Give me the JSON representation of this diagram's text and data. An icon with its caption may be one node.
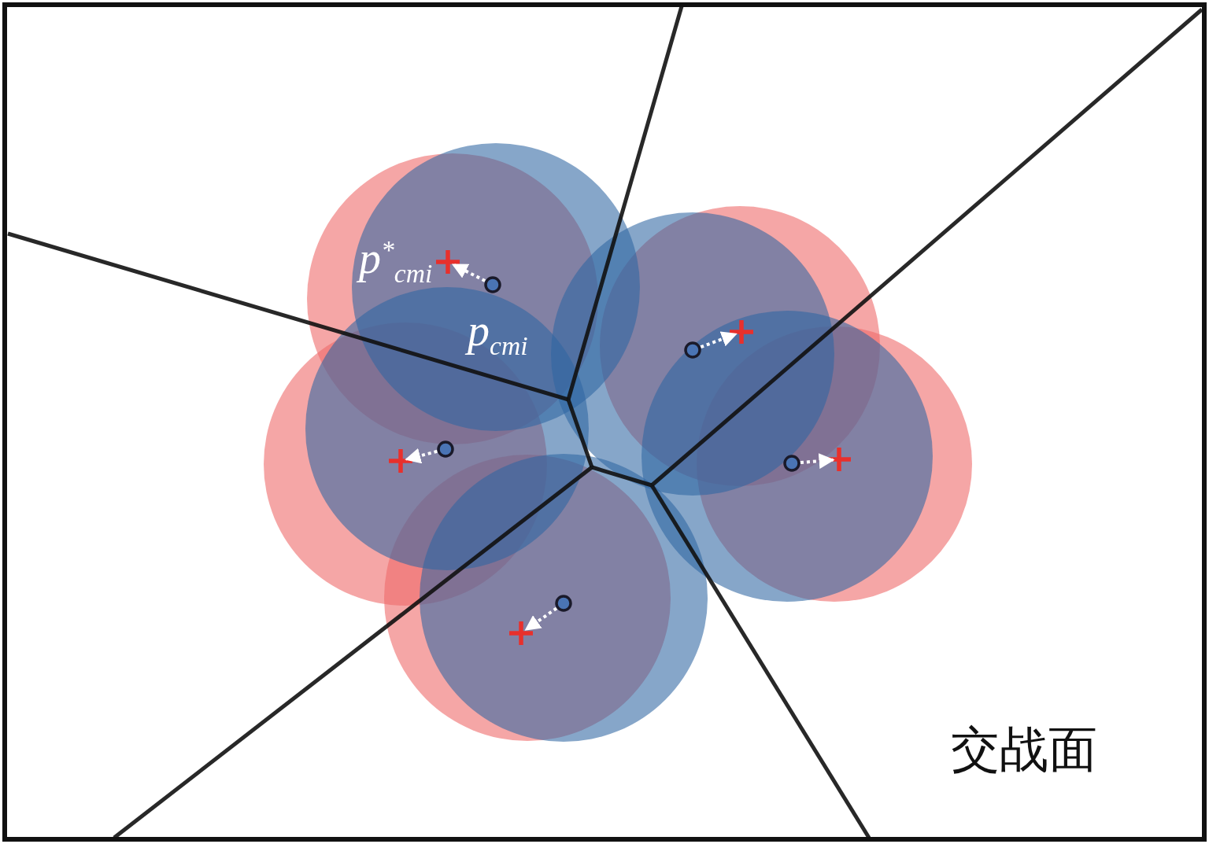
{
  "diagram": {
    "nodes": [
      {
        "text": [],
        "shape": "circle"
      },
      {
        "text": [],
        "shape": "cross"
      },
      {
        "text": [],
        "shape": "circle"
      },
      {
        "text": [],
        "shape": "cross"
      },
      {
        "text": [],
        "shape": "circle"
      },
      {
        "text": [],
        "shape": "cross"
      },
      {
        "text": [],
        "shape": "circle"
      },
      {
        "text": [],
        "shape": "cross"
      },
      {
        "text": [],
        "shape": "circle"
      },
      {
        "text": [],
        "shape": "cross"
      }
    ],
    "edges": [
      {
        "from": 0,
        "to": 1,
        "arrow": "to",
        "style": "dashed",
        "color": "#ffffff"
      },
      {
        "from": 2,
        "to": 3,
        "arrow": "to",
        "style": "dashed",
        "color": "#ffffff"
      },
      {
        "from": 4,
        "to": 5,
        "arrow": "to",
        "style": "dashed",
        "color": "#ffffff"
      },
      {
        "from": 6,
        "to": 7,
        "arrow": "to",
        "style": "dashed",
        "color": "#ffffff"
      },
      {
        "from": 8,
        "to": 9,
        "arrow": "to",
        "style": "dashed",
        "color": "#ffffff"
      }
    ],
    "labels": [
      "p$^{*}$$_{cmi}$",
      "p$_{cmi}$",
      "交战面"
    ]
  }
}
